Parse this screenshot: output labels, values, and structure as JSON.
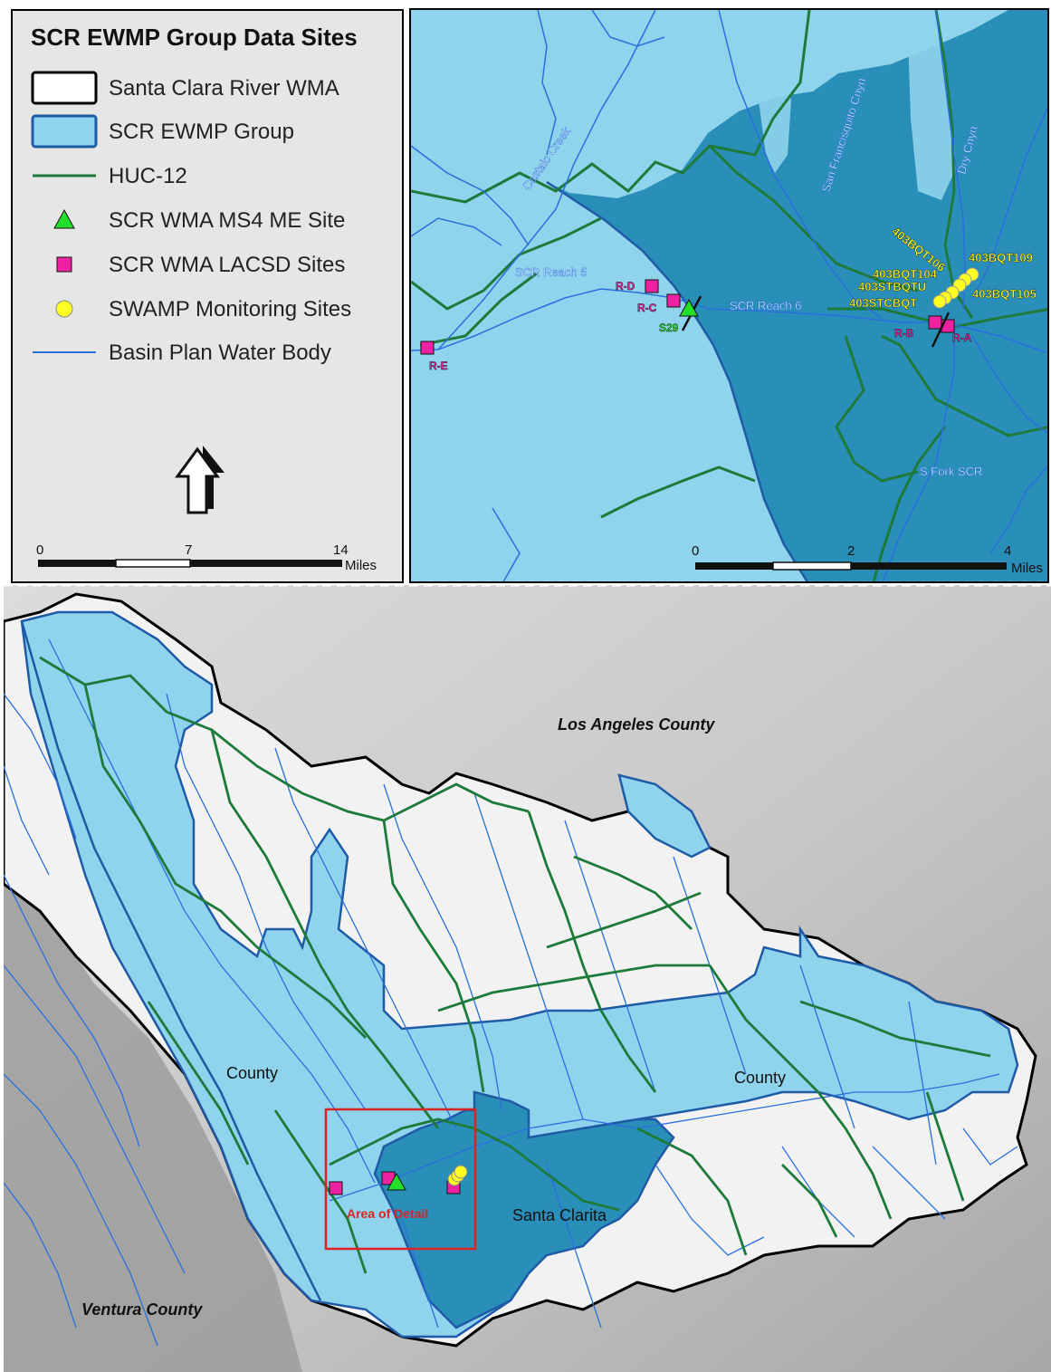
{
  "legend": {
    "title": "SCR EWMP Group Data Sites",
    "items": [
      {
        "label": "Santa Clara River WMA",
        "symbol": "box-black",
        "color": "#000000"
      },
      {
        "label": "SCR EWMP Group",
        "symbol": "box-blue",
        "color": "#1f5aa6"
      },
      {
        "label": "HUC-12",
        "symbol": "line-green",
        "color": "#1d7a3a"
      },
      {
        "label": "SCR WMA MS4 ME Site",
        "symbol": "triangle-green",
        "color": "#22e02a"
      },
      {
        "label": "SCR WMA LACSD Sites",
        "symbol": "square-magenta",
        "color": "#ee22a0"
      },
      {
        "label": "SWAMP Monitoring Sites",
        "symbol": "circle-yellow",
        "color": "#ffff22"
      },
      {
        "label": "Basin Plan Water Body",
        "symbol": "line-blue",
        "color": "#2a6fdd"
      }
    ],
    "north_arrow": "north-arrow-icon",
    "scale": {
      "ticks": [
        "0",
        "7",
        "14"
      ],
      "unit": "Miles"
    }
  },
  "inset": {
    "water_labels": [
      "Castaic Creek",
      "San Francisquito Cnyn",
      "Dry Cnyn",
      "SCR Reach 5",
      "SCR Reach 6",
      "S Fork SCR"
    ],
    "lacsd_sites": [
      "R-D",
      "R-C",
      "R-E",
      "R-B",
      "R-A"
    ],
    "ms4_site": "S29",
    "swamp_sites": [
      "403BQT106",
      "403BQT109",
      "403BQT104",
      "403STBQTU",
      "403STCBQT",
      "403BQT105"
    ],
    "scale": {
      "ticks": [
        "0",
        "2",
        "4"
      ],
      "unit": "Miles"
    }
  },
  "main": {
    "labels": {
      "la_county": "Los Angeles County",
      "ventura_county": "Ventura County",
      "county_left": "County",
      "county_right": "County",
      "santa_clarita": "Santa Clarita",
      "area_of_detail": "Area of Detail"
    }
  },
  "colors": {
    "ewmp_light": "#8fd3ec",
    "ewmp_dark": "#2a8fb8",
    "huc": "#1d7a3a",
    "water": "#2a6fdd",
    "detail_box": "#dd2222"
  }
}
